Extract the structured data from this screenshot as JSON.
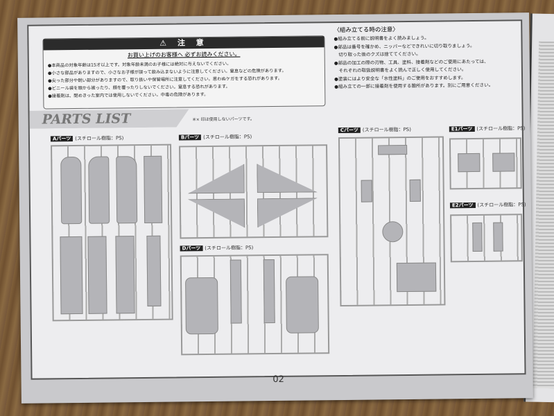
{
  "caution": {
    "title": "⚠ 注 意",
    "subtitle": "お買い上げのお客様へ 必ずお読みください。",
    "items": [
      "●本商品の対象年齢は15才以上です。対象年齢未満のお子様には絶対に与えないでください。",
      "●小さな部品がありますので、小さなお子様が誤って飲み込まないように注意してください。窒息などの危険があります。",
      "●尖った部分や鋭い部分がありますので、取り扱いや保管場所に注意してください。思わぬケガをする恐れがあります。",
      "●ビニール袋を頭から被ったり、顔を覆ったりしないでください。窒息する恐れがあります。",
      "●接着剤は、閉めきった室内では使用しないでください。中毒の危険があります。"
    ]
  },
  "assembly_notes": {
    "title": "〈組み立てる時の注意〉",
    "items": [
      "●組み立てる前に説明書をよく読みましょう。",
      "●部品は番号を確かめ、ニッパーなどできれいに切り取りましょう。",
      "　切り取った後のクズは捨ててください。",
      "●部品の加工の際の刃物、工具、塗料、接着剤などのご使用にあたっては、",
      "　それぞれの取扱説明書をよく読んで正しく使用してください。",
      "●塗装にはより安全な「水性塗料」のご使用をおすすめします。",
      "●組み立ての一部に接着剤を使用する箇所があります。別にご用意ください。"
    ]
  },
  "parts_list": {
    "title": "PARTS LIST",
    "note": "※× 印は使用しないパーツです。",
    "sprues": [
      {
        "name": "Aパーツ",
        "material": "(スチロール樹脂：PS)"
      },
      {
        "name": "Bパーツ",
        "material": "(スチロール樹脂：PS)"
      },
      {
        "name": "Cパーツ",
        "material": "(スチロール樹脂：PS)"
      },
      {
        "name": "Dパーツ",
        "material": "(スチロール樹脂：PS)"
      },
      {
        "name": "E1パーツ",
        "material": "(スチロール樹脂：PS)"
      },
      {
        "name": "E2パーツ",
        "material": "(スチロール樹脂：PS)"
      }
    ]
  },
  "page_number": "02"
}
